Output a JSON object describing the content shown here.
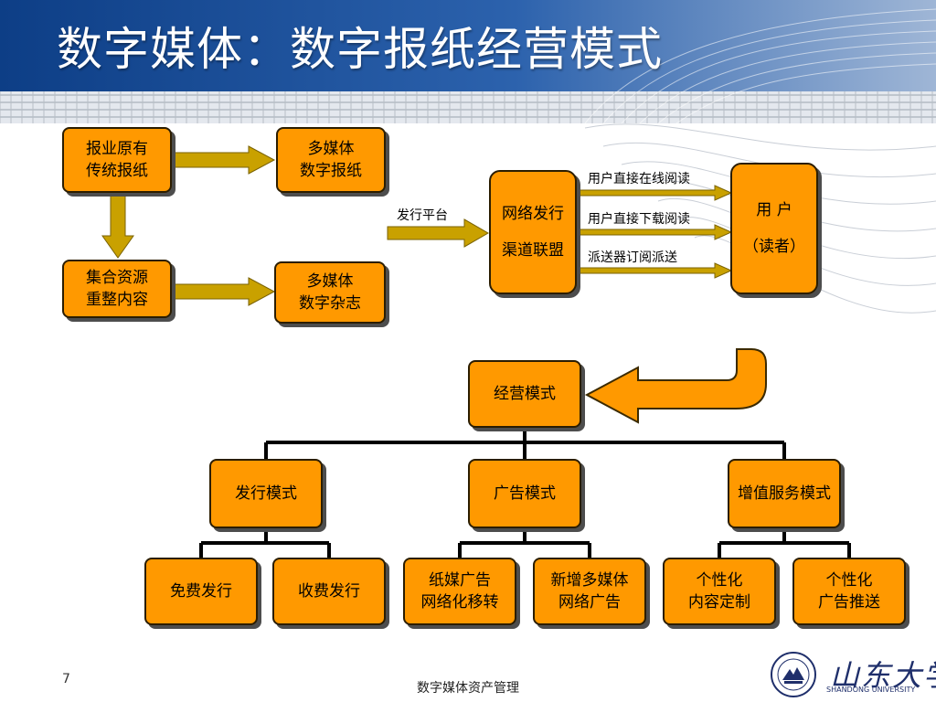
{
  "title": "数字媒体：数字报纸经营模式",
  "diagram": {
    "top_left": {
      "src1": "报业原有\n传统报纸",
      "out1": "多媒体\n数字报纸",
      "src2": "集合资源\n重整内容",
      "out2": "多媒体\n数字杂志"
    },
    "platform_label": "发行平台",
    "channel": "网络发行\n\n渠道联盟",
    "user": "用  户\n\n（读者）",
    "paths": [
      "用户直接在线阅读",
      "用户直接下载阅读",
      "派送器订阅派送"
    ],
    "root": "经营模式",
    "branches": [
      {
        "label": "发行模式",
        "children": [
          "免费发行",
          "收费发行"
        ]
      },
      {
        "label": "广告模式",
        "children": [
          "纸媒广告\n网络化移转",
          "新增多媒体\n网络广告"
        ]
      },
      {
        "label": "增值服务模式",
        "children": [
          "个性化\n内容定制",
          "个性化\n广告推送"
        ]
      }
    ],
    "colors": {
      "box": "#FF9900",
      "arrow": "#C9A100",
      "connector": "#000000"
    }
  },
  "footer": {
    "page_number": "7",
    "text": "数字媒体资产管理",
    "logo": "山东大学",
    "logo_sub": "SHANDONG UNIVERSITY"
  }
}
